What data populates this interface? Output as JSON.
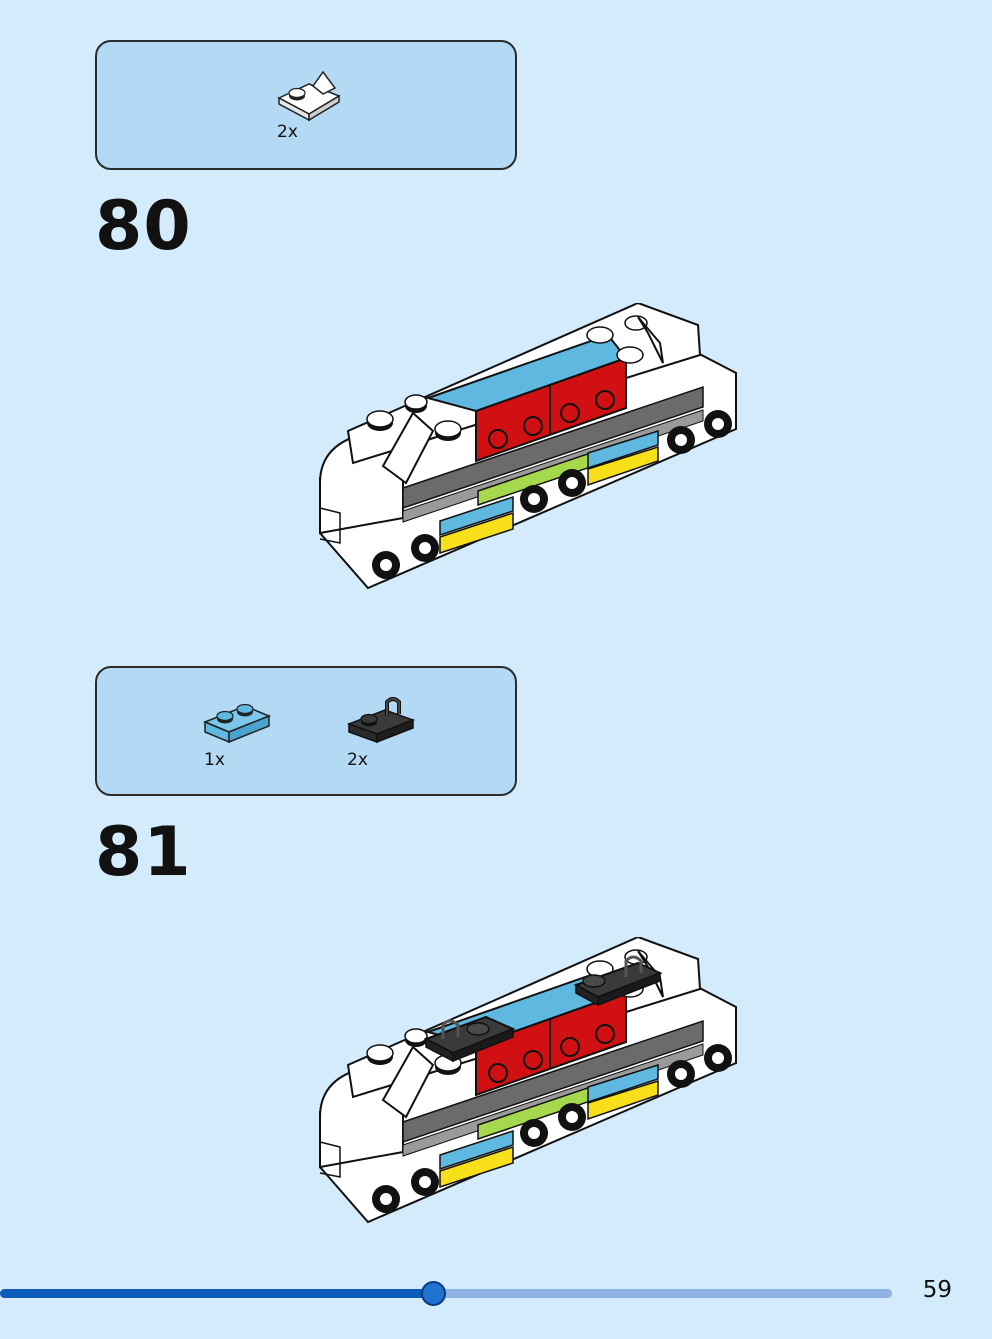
{
  "steps": [
    {
      "number": "80",
      "parts": [
        {
          "icon": "white-plate-with-clip-icon",
          "qty": "2x"
        }
      ]
    },
    {
      "number": "81",
      "parts": [
        {
          "icon": "light-blue-plate-1x2-icon",
          "qty": "1x"
        },
        {
          "icon": "black-plate-with-clips-icon",
          "qty": "2x"
        }
      ]
    }
  ],
  "footer": {
    "page_number": "59",
    "progress": 0.485
  },
  "colors": {
    "page_background": "#d4ebfb",
    "parts_box": "#b3d9f4",
    "progress_fill": "#0b5cba",
    "progress_track": "#8fb1e3",
    "brick_white": "#ffffff",
    "brick_light_blue": "#5fb8e0",
    "brick_red": "#d01012",
    "brick_black": "#2a2a2a",
    "brick_lime": "#a5d84c",
    "brick_yellow": "#f7e01a",
    "brick_dark_grey": "#6b6b6b"
  }
}
